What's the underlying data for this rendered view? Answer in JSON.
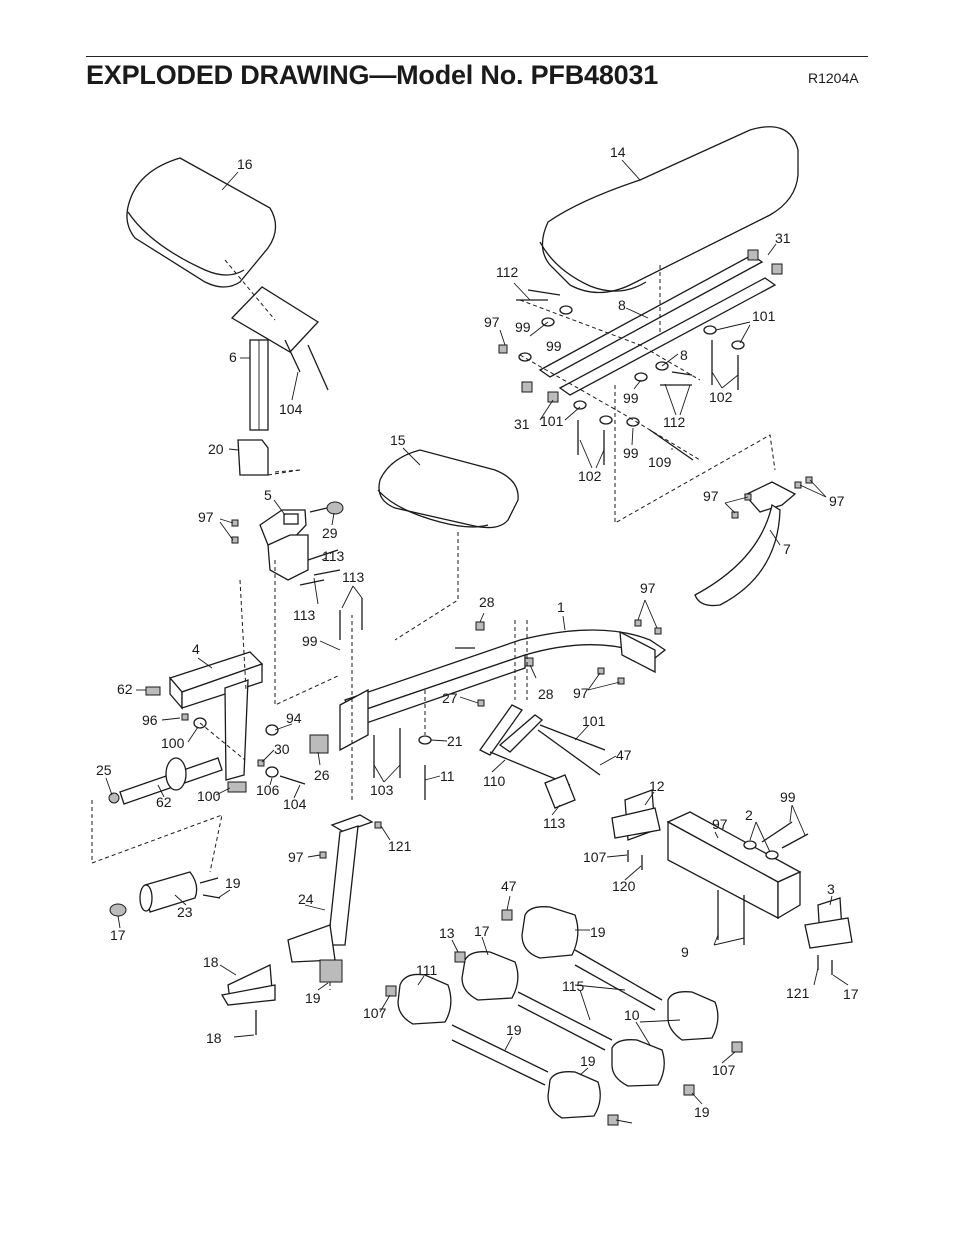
{
  "header": {
    "title": "EXPLODED DRAWING—Model No. PFB48031",
    "code": "R1204A"
  },
  "callouts": [
    "16",
    "14",
    "31",
    "112",
    "8",
    "97",
    "99",
    "99",
    "101",
    "8",
    "6",
    "104",
    "31",
    "101",
    "99",
    "112",
    "102",
    "102",
    "99",
    "109",
    "20",
    "15",
    "5",
    "97",
    "29",
    "97",
    "7",
    "97",
    "113",
    "113",
    "113",
    "28",
    "1",
    "97",
    "99",
    "4",
    "62",
    "94",
    "96",
    "100",
    "30",
    "28",
    "97",
    "27",
    "101",
    "21",
    "26",
    "25",
    "62",
    "100",
    "106",
    "104",
    "103",
    "11",
    "110",
    "47",
    "12",
    "113",
    "99",
    "2",
    "97",
    "97",
    "121",
    "107",
    "120",
    "19",
    "47",
    "3",
    "24",
    "23",
    "17",
    "17",
    "19",
    "13",
    "18",
    "111",
    "9",
    "115",
    "19",
    "107",
    "121",
    "17",
    "10",
    "19",
    "107",
    "18",
    "19",
    "19"
  ]
}
